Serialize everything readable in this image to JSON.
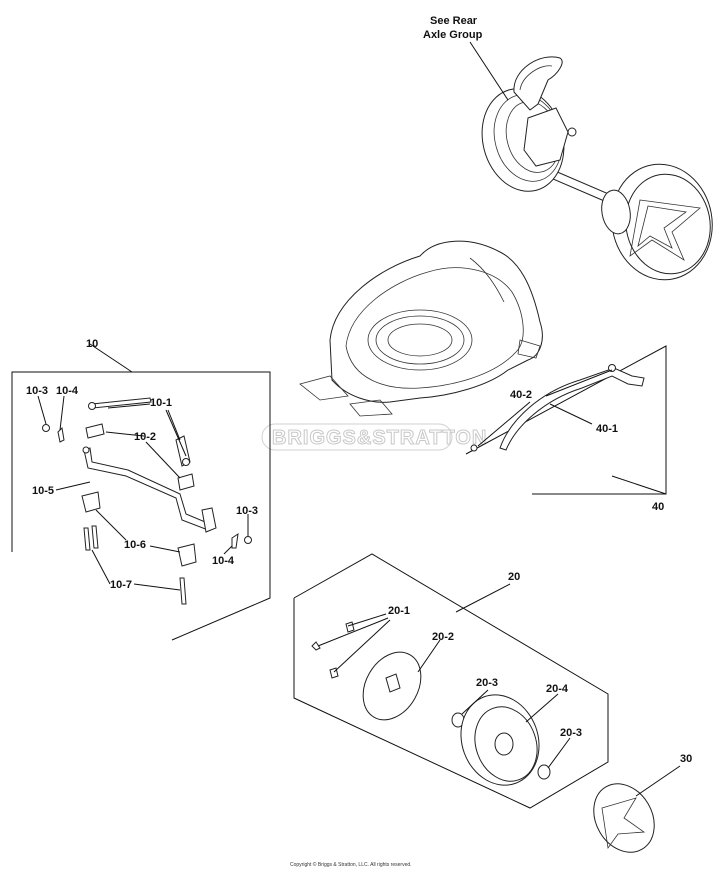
{
  "callouts": {
    "rear_axle_line1": "See Rear",
    "rear_axle_line2": "Axle Group",
    "g10": "10",
    "p10_1": "10-1",
    "p10_2": "10-2",
    "p10_3a": "10-3",
    "p10_3b": "10-3",
    "p10_4a": "10-4",
    "p10_4b": "10-4",
    "p10_5": "10-5",
    "p10_6": "10-6",
    "p10_7": "10-7",
    "g20": "20",
    "p20_1": "20-1",
    "p20_2": "20-2",
    "p20_3a": "20-3",
    "p20_3b": "20-3",
    "p20_4": "20-4",
    "g30": "30",
    "g40": "40",
    "p40_1": "40-1",
    "p40_2": "40-2"
  },
  "watermark": "BRIGGS&STRATTON",
  "copyright": "Copyright © Briggs & Stratton, LLC. All rights reserved."
}
